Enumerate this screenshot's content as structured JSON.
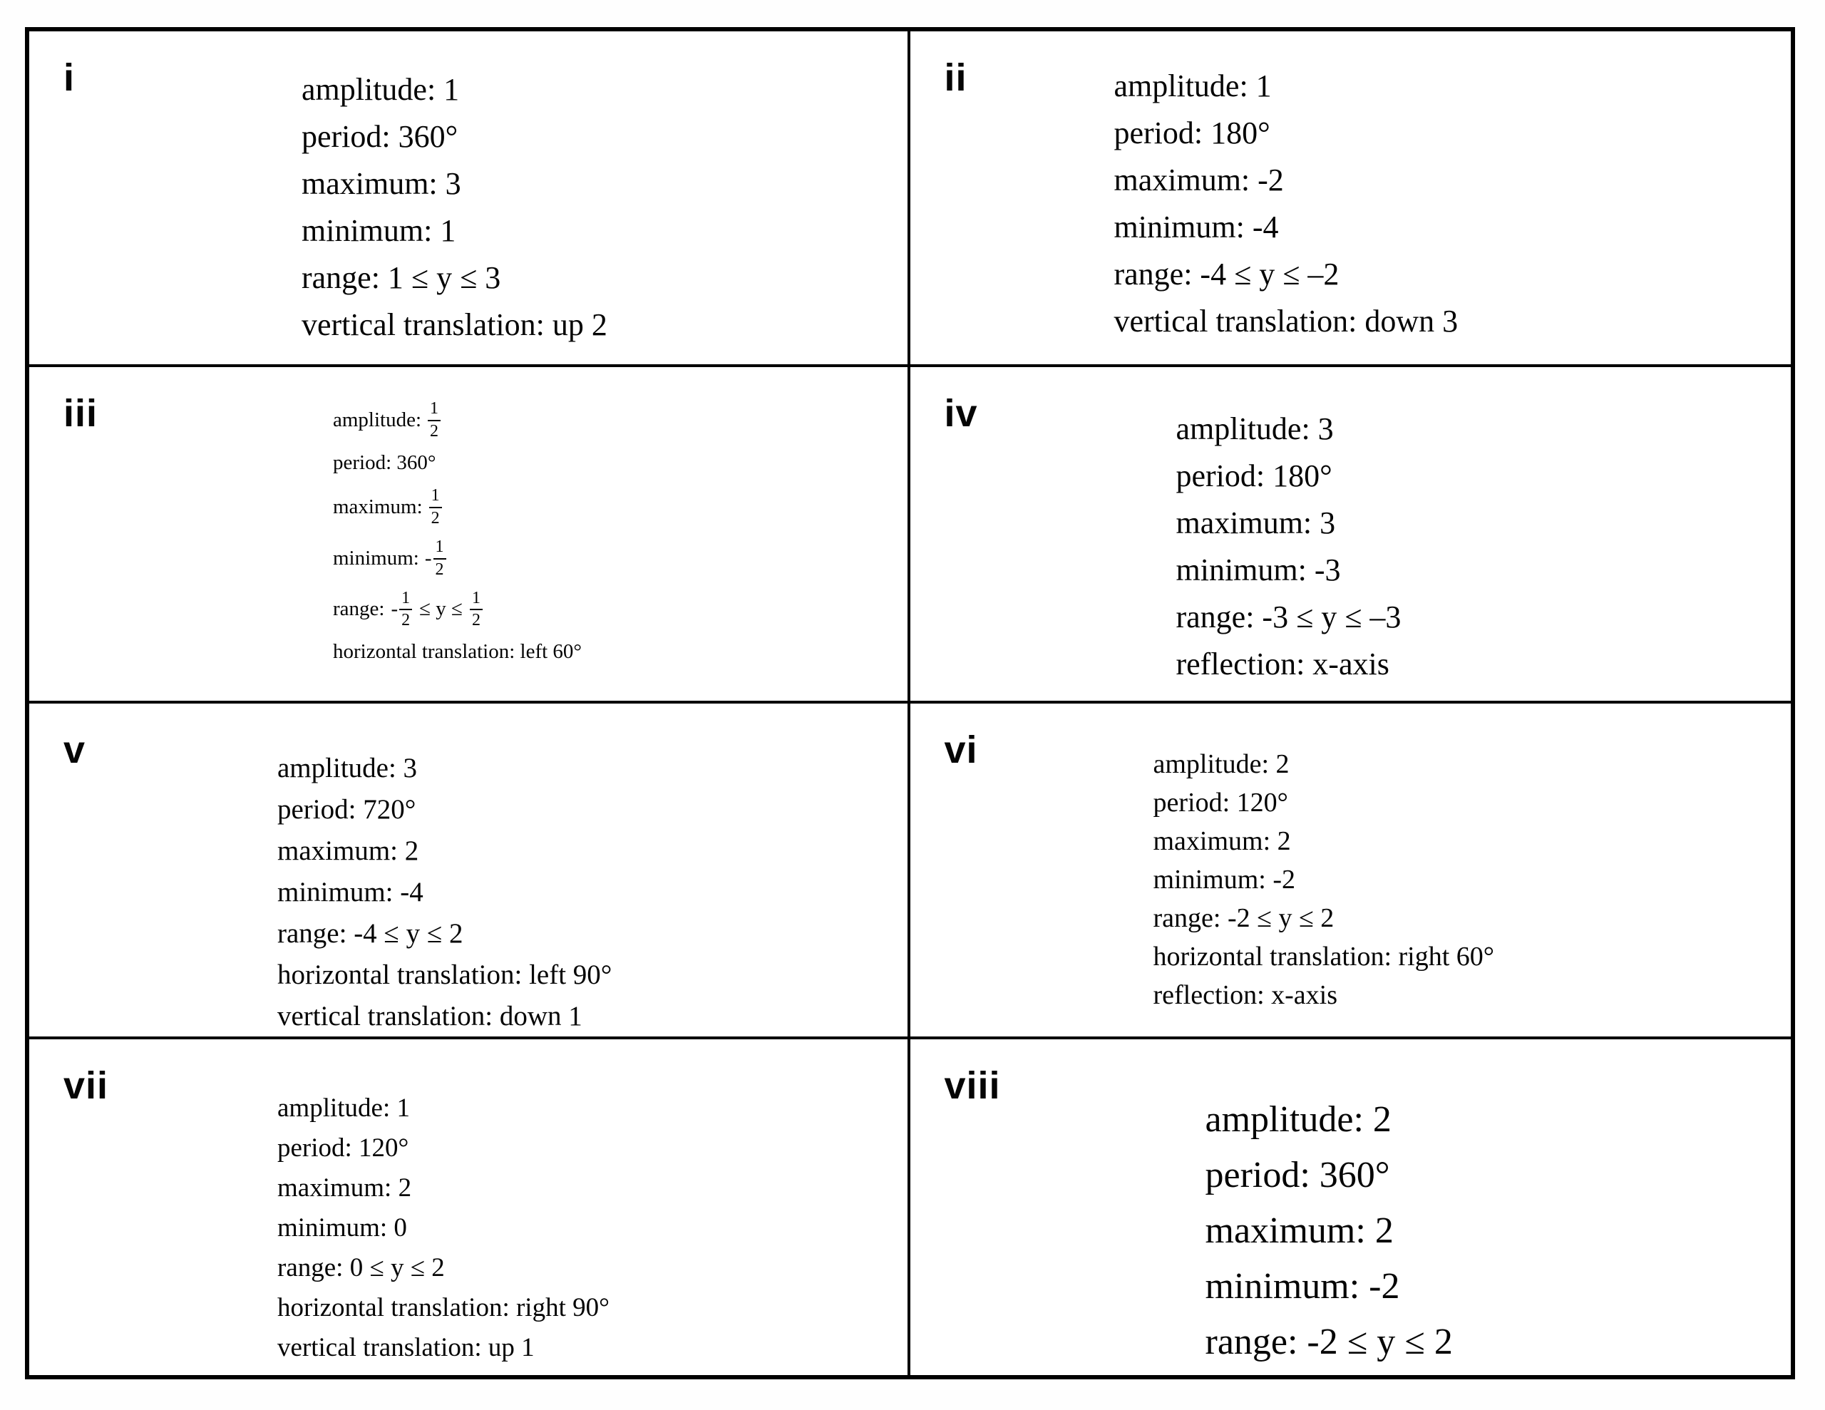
{
  "cells": [
    {
      "label": "i",
      "lines": [
        "amplitude: 1",
        "period: 360°",
        "maximum: 3",
        "minimum: 1",
        "range: 1 ≤ y ≤ 3",
        "vertical translation: up 2"
      ]
    },
    {
      "label": "ii",
      "lines": [
        "amplitude: 1",
        "period: 180°",
        "maximum: -2",
        "minimum: -4",
        "range: -4 ≤ y ≤ –2",
        "vertical translation: down 3"
      ]
    },
    {
      "label": "iii",
      "parts": {
        "amplitude_label": "amplitude:",
        "amplitude_num": "1",
        "amplitude_den": "2",
        "period": "period: 360°",
        "maximum_label": "maximum:",
        "maximum_num": "1",
        "maximum_den": "2",
        "minimum_label": "minimum:",
        "minimum_sign": "-",
        "minimum_num": "1",
        "minimum_den": "2",
        "range_label": "range:",
        "range_sign": "-",
        "range_num1": "1",
        "range_den1": "2",
        "range_mid": "≤ y ≤",
        "range_num2": "1",
        "range_den2": "2",
        "translation": "horizontal translation: left 60°"
      }
    },
    {
      "label": "iv",
      "lines": [
        "amplitude: 3",
        "period: 180°",
        "maximum: 3",
        "minimum: -3",
        "range: -3 ≤ y ≤ –3",
        "reflection: x-axis"
      ]
    },
    {
      "label": "v",
      "lines": [
        "amplitude: 3",
        "period: 720°",
        "maximum: 2",
        "minimum: -4",
        "range: -4 ≤ y ≤ 2",
        "horizontal translation: left 90°",
        "vertical translation: down 1"
      ]
    },
    {
      "label": "vi",
      "lines": [
        "amplitude: 2",
        "period: 120°",
        "maximum: 2",
        "minimum: -2",
        "range: -2 ≤ y ≤ 2",
        "horizontal translation: right 60°",
        "reflection: x-axis"
      ]
    },
    {
      "label": "vii",
      "lines": [
        "amplitude: 1",
        "period: 120°",
        "maximum: 2",
        "minimum: 0",
        "range: 0 ≤ y ≤ 2",
        "horizontal translation: right 90°",
        "vertical translation: up 1"
      ]
    },
    {
      "label": "viii",
      "lines": [
        "amplitude: 2",
        "period: 360°",
        "maximum: 2",
        "minimum: -2",
        "range: -2 ≤ y ≤ 2"
      ]
    }
  ]
}
